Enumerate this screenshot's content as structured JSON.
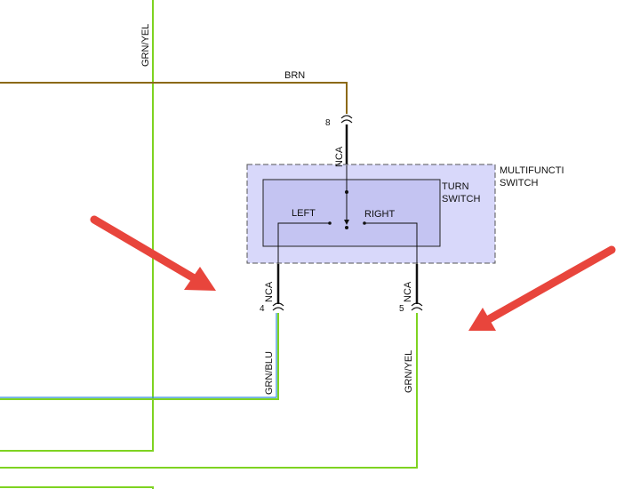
{
  "diagram": {
    "wire_labels": {
      "top_vertical": "GRN/YEL",
      "brn": "BRN",
      "left_output": "GRN/BLU",
      "right_output": "GRN/YEL"
    },
    "connector_labels": {
      "top": "NCA",
      "left": "NCA",
      "right": "NCA"
    },
    "pins": {
      "top": "8",
      "left": "4",
      "right": "5"
    },
    "component": {
      "name_line1": "MULTIFUNCTI",
      "name_line2": "SWITCH",
      "inner_line1": "TURN",
      "inner_line2": "SWITCH",
      "left": "LEFT",
      "right": "RIGHT"
    },
    "colors": {
      "green_wire": "#7ed321",
      "brown_wire": "#8b6914",
      "blue_wire": "#2e8bd6",
      "arrow": "#e8453c",
      "component_fill": "#d8d8fa",
      "inner_fill": "#c4c4f2"
    }
  }
}
